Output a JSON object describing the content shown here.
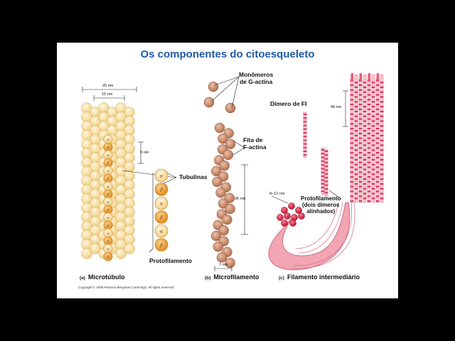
{
  "slide": {
    "title": "Os componentes do citoesqueleto",
    "copyright": "Copyright © 2006 Pearson Benjamin Cummings. All rights reserved."
  },
  "microtubule": {
    "caption_marker": "(a)",
    "caption": "Microtúbulo",
    "dim_outer": "25 nm",
    "dim_inner": "15 nm",
    "dim_spacing": "8 nm",
    "label_tubulins": "Tubulinas",
    "label_protofilament": "Protofilamento",
    "alpha": "α",
    "beta": "β",
    "color_light": "#fbe3a6",
    "color_dark": "#f3a33a"
  },
  "microfilament": {
    "caption_marker": "(b)",
    "caption": "Microfilamento",
    "label_monomers_line1": "Monômeros",
    "label_monomers_line2": "de G-actina",
    "label_strand_line1": "Fita de",
    "label_strand_line2": "F-actina",
    "dim_repeat": "36 nm",
    "dim_width": "7 nm",
    "color": "#c98a6c"
  },
  "intermediate": {
    "caption_marker": "(c)",
    "caption": "Filamento intermediário",
    "label_dimer": "Dímero de FI",
    "dim_repeat": "48 nm",
    "dim_width": "8–12 nm",
    "label_proto_line1": "Protofilamento",
    "label_proto_line2": "(dois dímeros",
    "label_proto_line3": "alinhados)",
    "color": "#e05a78"
  }
}
